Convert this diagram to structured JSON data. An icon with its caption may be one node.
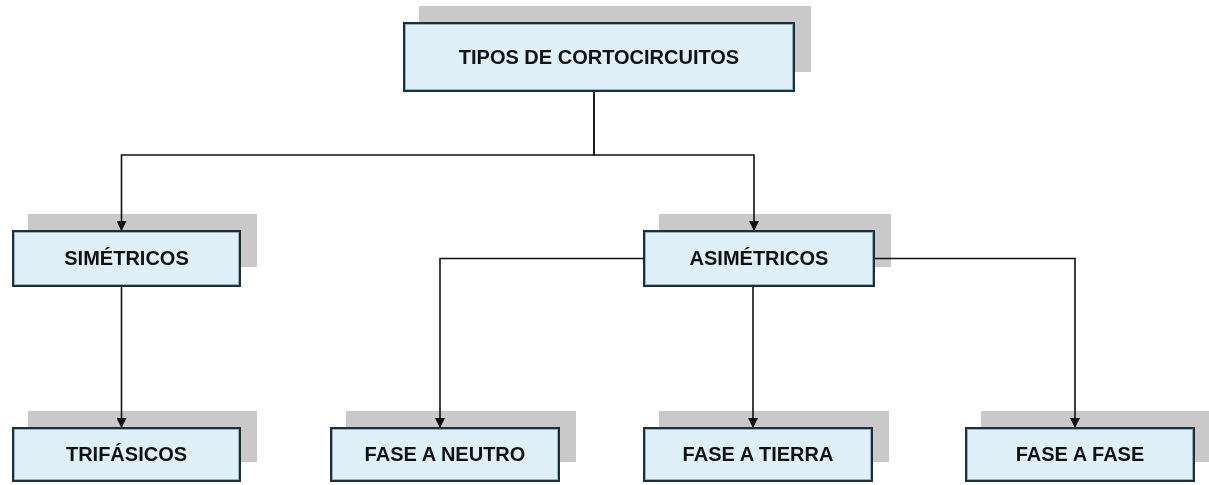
{
  "diagram": {
    "nodes": [
      {
        "text": [
          "TIPOS DE CORTOCIRCUITOS"
        ]
      },
      {
        "text": [
          "SIMÉTRICOS"
        ]
      },
      {
        "text": [
          "ASIMÉTRICOS"
        ]
      },
      {
        "text": [
          "TRIFÁSICOS"
        ]
      },
      {
        "text": [
          "FASE A NEUTRO"
        ]
      },
      {
        "text": [
          "FASE A TIERRA"
        ]
      },
      {
        "text": [
          "FASE A FASE"
        ]
      }
    ],
    "edges": [
      {
        "from": 0,
        "to": 1,
        "arrow": "to"
      },
      {
        "from": 0,
        "to": 2,
        "arrow": "to"
      },
      {
        "from": 1,
        "to": 3,
        "arrow": "to"
      },
      {
        "from": 2,
        "to": 4,
        "arrow": "to"
      },
      {
        "from": 2,
        "to": 5,
        "arrow": "to"
      },
      {
        "from": 2,
        "to": 6,
        "arrow": "to"
      }
    ]
  }
}
